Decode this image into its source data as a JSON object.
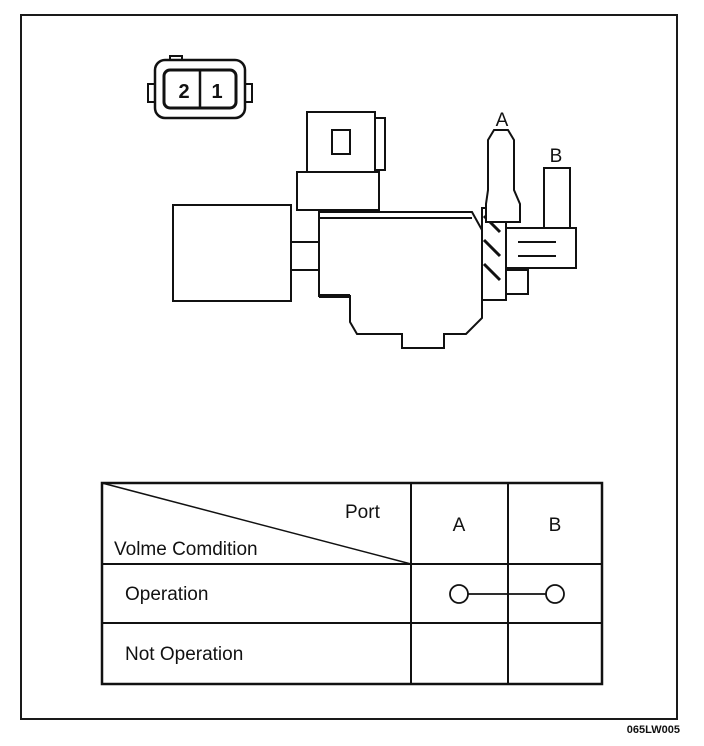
{
  "connector": {
    "pin_left": "2",
    "pin_right": "1"
  },
  "ports": {
    "a_label": "A",
    "b_label": "B"
  },
  "table": {
    "header_port": "Port",
    "header_condition": "Volme Comdition",
    "col_a": "A",
    "col_b": "B",
    "rows": [
      {
        "condition": "Operation",
        "connected": true
      },
      {
        "condition": "Not Operation",
        "connected": false
      }
    ]
  },
  "figure_code": "065LW005"
}
